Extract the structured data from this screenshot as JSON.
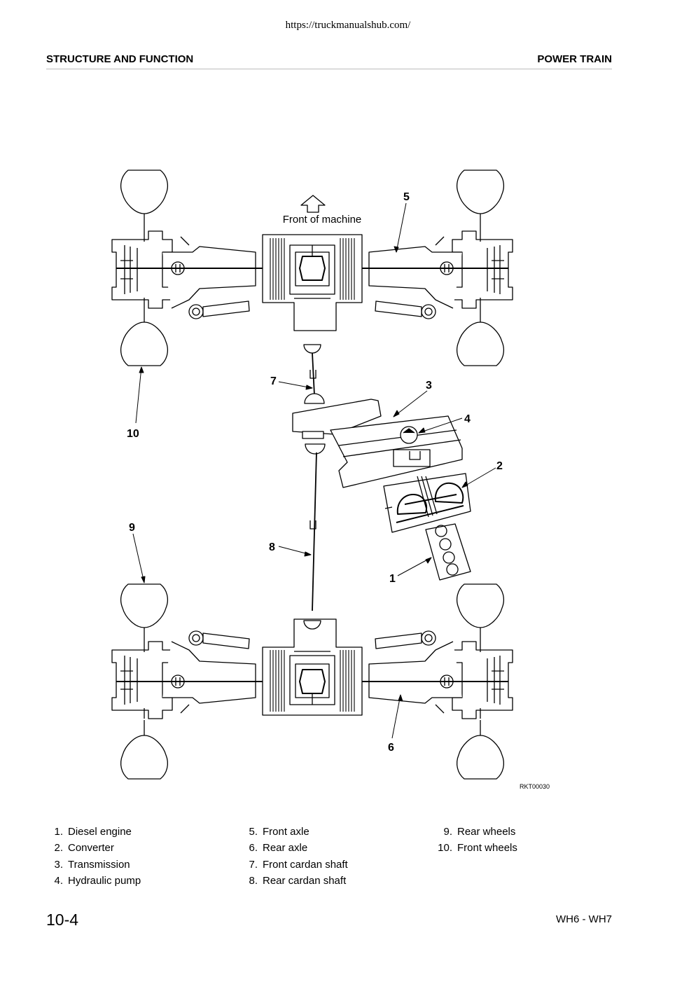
{
  "header": {
    "url": "https://truckmanualshub.com/",
    "section_title": "STRUCTURE AND FUNCTION",
    "chapter_title": "POWER TRAIN"
  },
  "diagram": {
    "front_label": "Front of machine",
    "figure_ref": "RKT00030",
    "callouts": [
      "1",
      "2",
      "3",
      "4",
      "5",
      "6",
      "7",
      "8",
      "9",
      "10"
    ]
  },
  "legend": {
    "col1": [
      {
        "num": "1.",
        "text": "Diesel engine"
      },
      {
        "num": "2.",
        "text": "Converter"
      },
      {
        "num": "3.",
        "text": "Transmission"
      },
      {
        "num": "4.",
        "text": "Hydraulic pump"
      }
    ],
    "col2": [
      {
        "num": "5.",
        "text": "Front axle"
      },
      {
        "num": "6.",
        "text": "Rear axle"
      },
      {
        "num": "7.",
        "text": "Front cardan shaft"
      },
      {
        "num": "8.",
        "text": "Rear cardan shaft"
      }
    ],
    "col3": [
      {
        "num": "9.",
        "text": "Rear wheels"
      },
      {
        "num": "10.",
        "text": "Front wheels"
      }
    ]
  },
  "footer": {
    "page_number": "10-4",
    "model": "WH6 - WH7"
  }
}
